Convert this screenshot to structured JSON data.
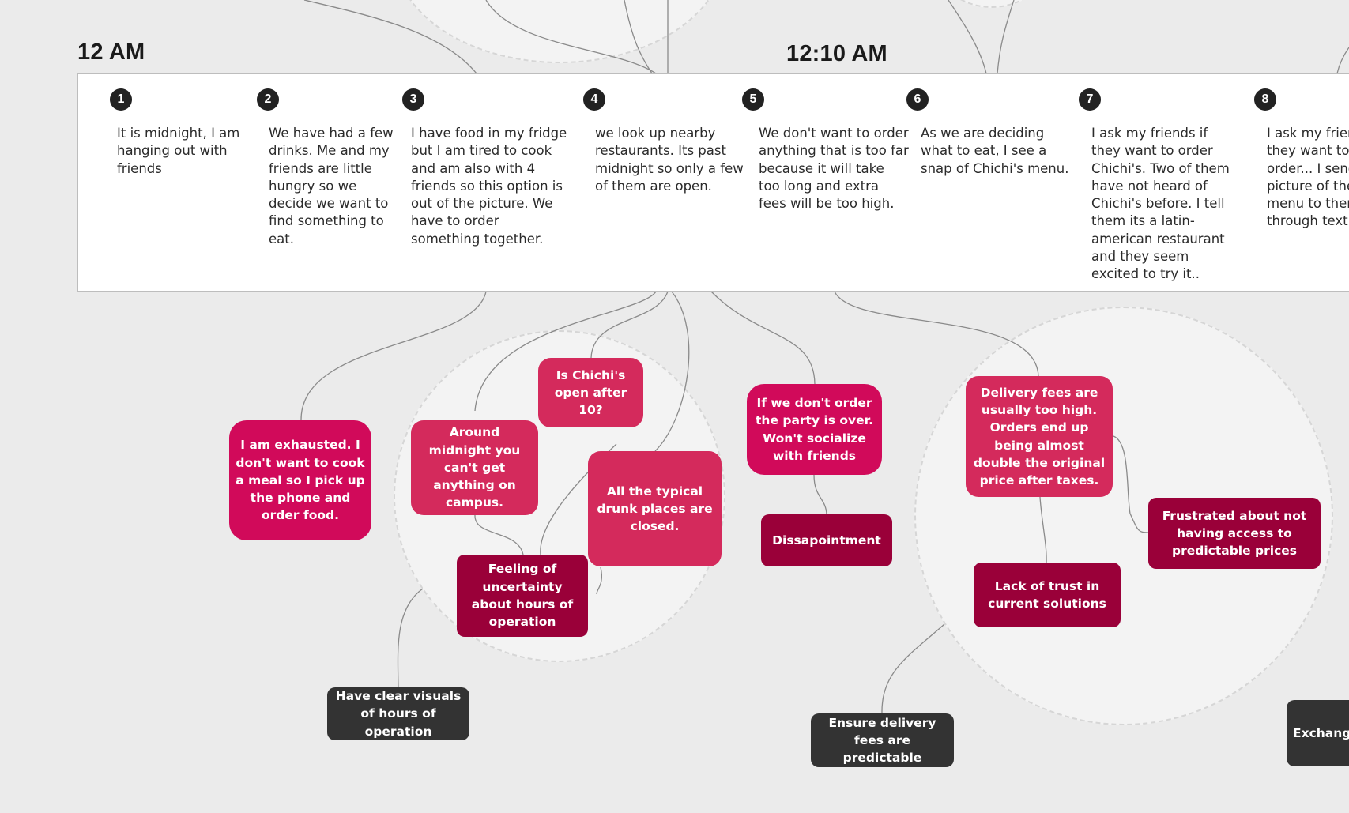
{
  "time_labels": {
    "first": "12 AM",
    "second": "12:10 AM"
  },
  "timeline": {
    "steps": [
      {
        "number": "1",
        "text": "It is midnight, I am hanging out with friends"
      },
      {
        "number": "2",
        "text": "We have had a few drinks. Me and my friends are little hungry so we decide we want to find something to eat."
      },
      {
        "number": "3",
        "text": "I have food in my fridge but I am tired to cook and am also with 4  friends so this option is out of the picture. We have to order something together."
      },
      {
        "number": "4",
        "text": "we look up nearby restaurants. Its past midnight so only a few of them are open."
      },
      {
        "number": "5",
        "text": "We don't want to order anything that is too far because it will take too long and extra fees will be too high."
      },
      {
        "number": "6",
        "text": "As we are deciding what to eat, I see a snap of Chichi's menu."
      },
      {
        "number": "7",
        "text": "I ask my friends if they want to order Chichi's. Two of them have not heard of Chichi's before. I tell them its a latin-american restaurant and they seem excited to try it.."
      },
      {
        "number": "8",
        "text": "I ask my friends if they want to order... I send the picture of the menu to them through text"
      }
    ]
  },
  "cards": {
    "exhausted": "I am exhausted. I don't want to cook a meal so I pick up the phone and order food.",
    "midnight_campus": "Around midnight you can't get anything on campus.",
    "chichis_open": "Is Chichi's open after 10?",
    "drunk_places": "All the typical drunk places are closed.",
    "uncertainty": "Feeling of uncertainty about hours of operation",
    "clear_visuals": "Have clear visuals of hours of operation",
    "party_over": "If we don't order the party is over. Won't socialize with friends",
    "dissapointment": "Dissapointment",
    "delivery_fees": "Delivery fees are usually too high. Orders end up being almost double the original price after taxes.",
    "frustrated": "Frustrated about not having access to predictable prices",
    "lack_trust": "Lack of trust in current solutions",
    "ensure_fees": "Ensure delivery fees are predictable",
    "exchange": "Exchange ... friends"
  },
  "colors": {
    "background": "#ebebeb",
    "thought_pink": "#d10a5a",
    "thought_rose": "#d42a5c",
    "emotion_maroon": "#9a0039",
    "opportunity_dark": "#333333",
    "step_badge": "#222222",
    "connector": "#8a8a8a"
  }
}
